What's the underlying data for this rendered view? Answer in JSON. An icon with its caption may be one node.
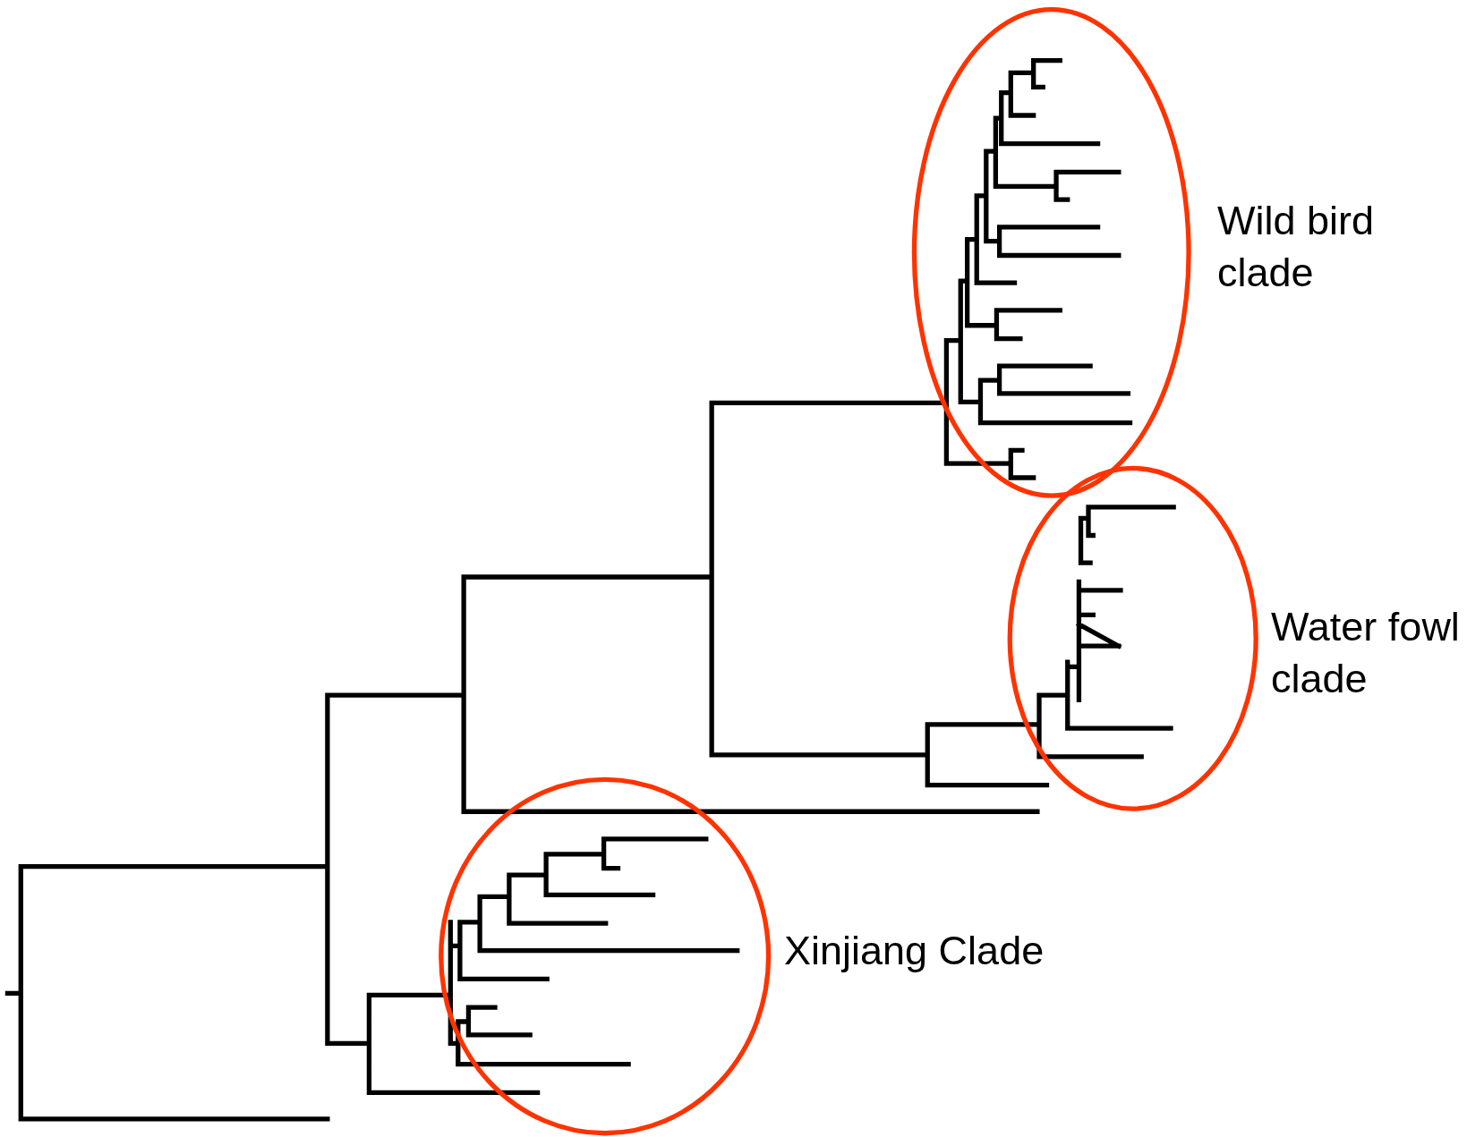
{
  "diagram": {
    "nodes": [
      {
        "text": [],
        "shape": "ellipse",
        "beside": [
          "Wild bird clade"
        ]
      },
      {
        "text": [],
        "shape": "ellipse",
        "beside": [
          "Water fowl clade"
        ]
      },
      {
        "text": [],
        "shape": "ellipse",
        "beside": [
          "Xinjiang Clade"
        ]
      }
    ]
  }
}
